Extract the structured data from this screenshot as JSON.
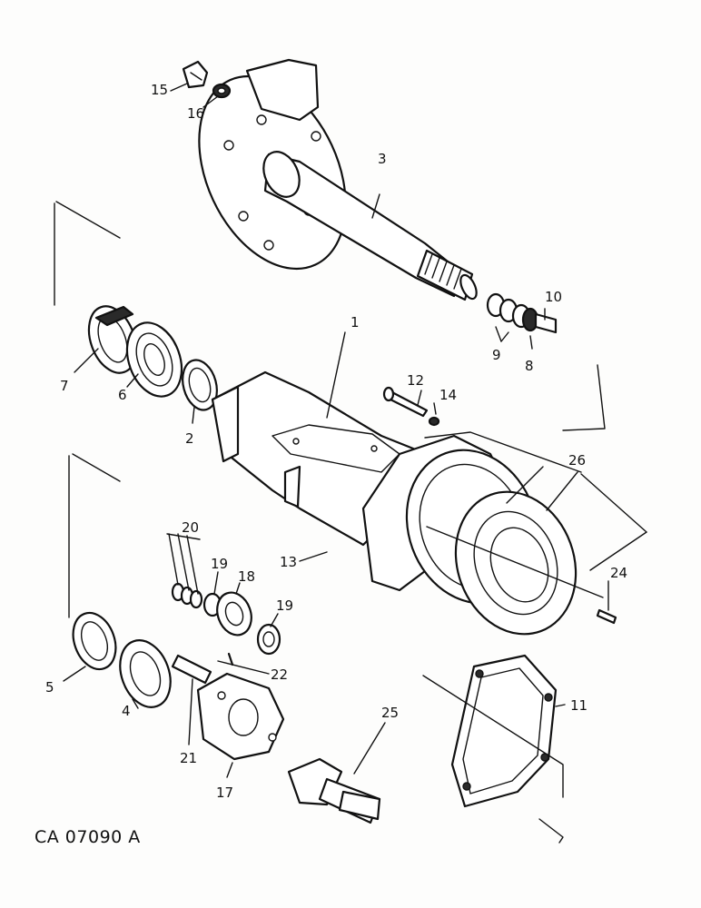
{
  "drawing_code": "CA 07090 A",
  "callouts": [
    "15",
    "16",
    "3",
    "10",
    "9",
    "8",
    "1",
    "7",
    "6",
    "2",
    "12",
    "14",
    "26",
    "20",
    "19",
    "18",
    "13",
    "24",
    "19",
    "22",
    "5",
    "4",
    "21",
    "17",
    "25",
    "11"
  ]
}
